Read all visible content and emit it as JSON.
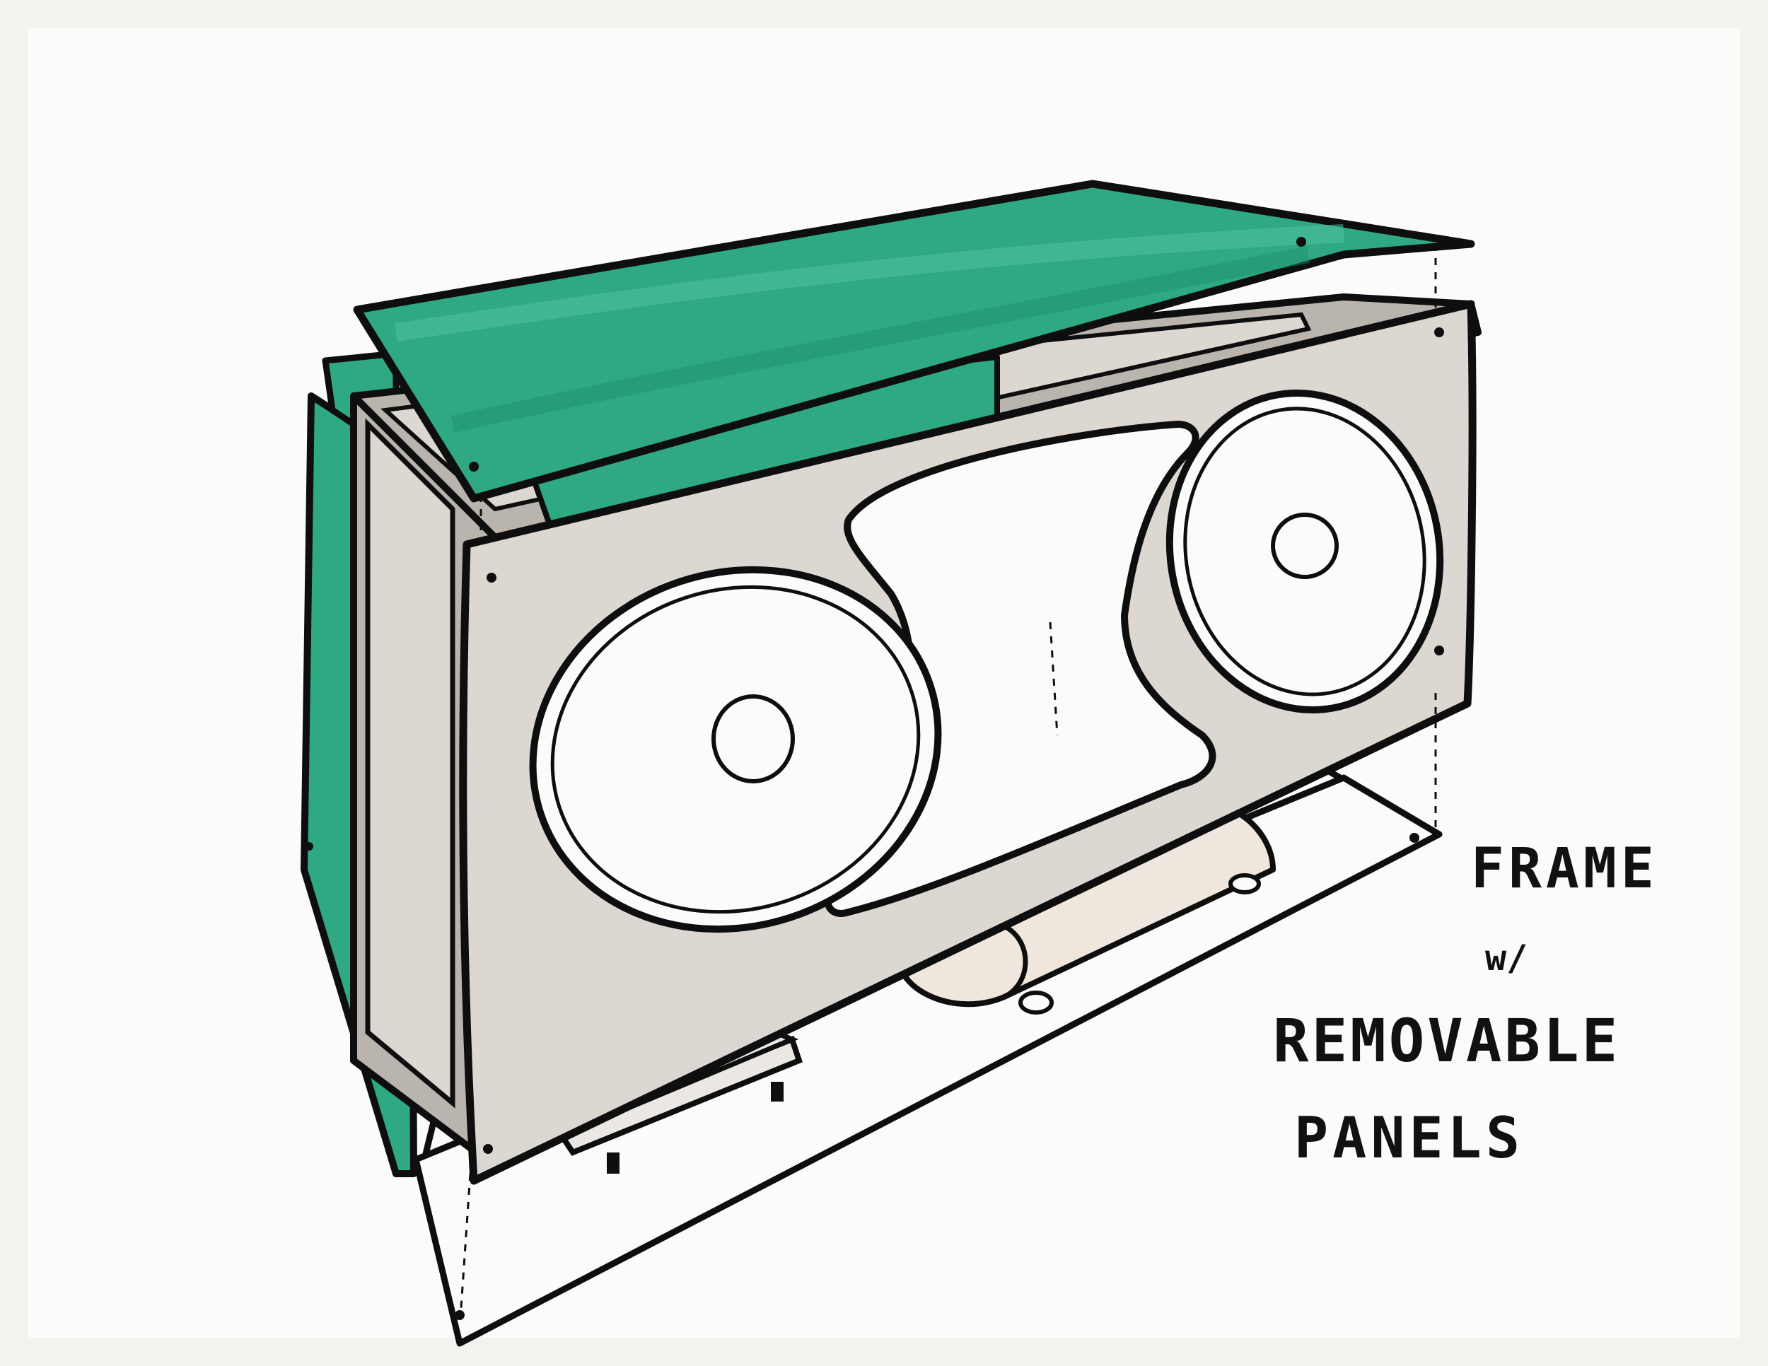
{
  "caption": {
    "line1": "FRAME",
    "line2": "w/",
    "line3": "REMOVABLE",
    "line4": "PANELS"
  },
  "colors": {
    "panel_green": "#2fa983",
    "panel_green_dark": "#137a5c",
    "box_gray": "#dcd7d0",
    "frame_gray": "#b9b4ae",
    "ink": "#0e0e0e",
    "paper": "#fbfbf9"
  }
}
